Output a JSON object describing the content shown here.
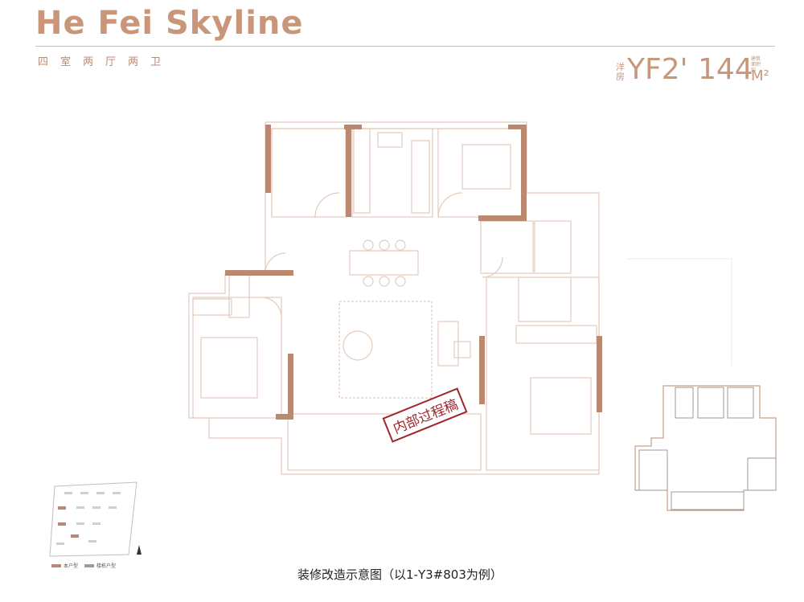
{
  "header": {
    "title": "He Fei Skyline",
    "subtitle": "四室两厅两卫"
  },
  "unit": {
    "category": "洋房",
    "code": "YF2'",
    "area": "144",
    "area_note": "建筑面积约",
    "area_unit": "M²"
  },
  "stamp": {
    "text": "内部过程稿"
  },
  "caption": "装修改造示意图（以1-Y3#803为例）",
  "legend": {
    "items": [
      {
        "label": "本户型",
        "color": "#b98a70"
      },
      {
        "label": "楼栋户型",
        "color": "#9b9b9b"
      }
    ]
  },
  "colors": {
    "accent": "#c9967a",
    "wall": "#b98a70",
    "line": "#e3cbbd",
    "stamp": "#a2262c"
  }
}
